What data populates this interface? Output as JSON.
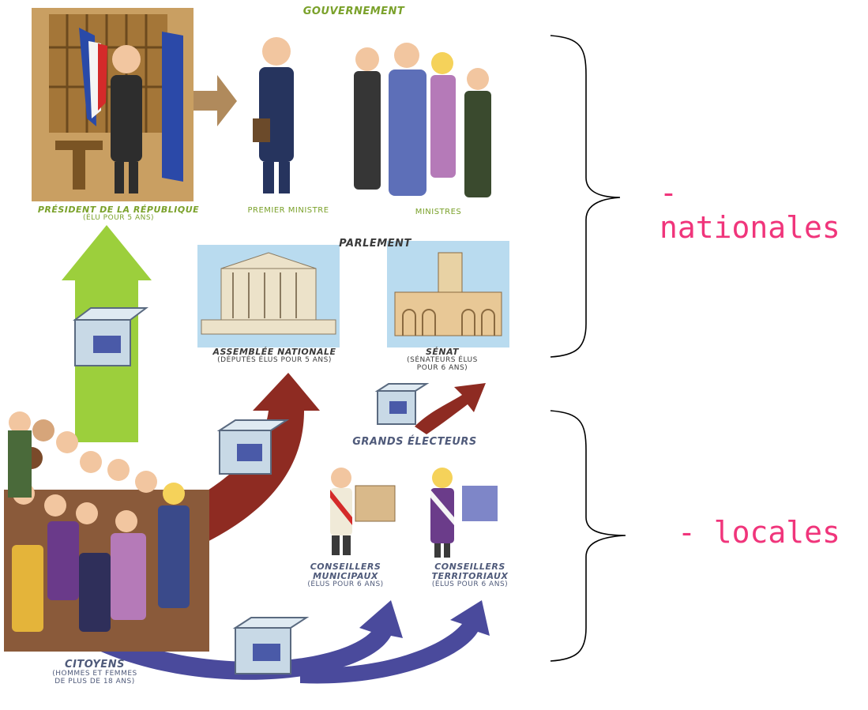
{
  "gouvernement": {
    "title": "GOUVERNEMENT",
    "president": {
      "label": "PRÉSIDENT DE LA RÉPUBLIQUE",
      "note": "(ÉLU POUR 5 ANS)"
    },
    "premier_ministre": {
      "label": "PREMIER MINISTRE"
    },
    "ministres": {
      "label": "MINISTRES"
    }
  },
  "parlement": {
    "title": "PARLEMENT",
    "assemblee": {
      "label": "ASSEMBLÉE NATIONALE",
      "note": "(DÉPUTÉS ÉLUS POUR 5 ANS)"
    },
    "senat": {
      "label": "SÉNAT",
      "note_line1": "(SÉNATEURS ÉLUS",
      "note_line2": "POUR 6 ANS)"
    }
  },
  "grands_electeurs": {
    "title": "GRANDS ÉLECTEURS",
    "municipaux": {
      "line1": "CONSEILLERS",
      "line2": "MUNICIPAUX",
      "note": "(ÉLUS POUR 6 ANS)"
    },
    "territoriaux": {
      "line1": "CONSEILLERS",
      "line2": "TERRITORIAUX",
      "note": "(ÉLUS POUR 6 ANS)"
    }
  },
  "citoyens": {
    "label": "CITOYENS",
    "note_line1": "(HOMMES ET FEMMES",
    "note_line2": "DE PLUS DE 18 ANS)"
  },
  "annotations": {
    "nationales": "- nationales",
    "locales": "- locales"
  },
  "colors": {
    "green_arrow": "#9ccf3c",
    "red_arrow": "#8e2b22",
    "blue_arrow": "#4a4a9c",
    "tan_arrow": "#b08a5c",
    "pink_text": "#f0357b"
  }
}
